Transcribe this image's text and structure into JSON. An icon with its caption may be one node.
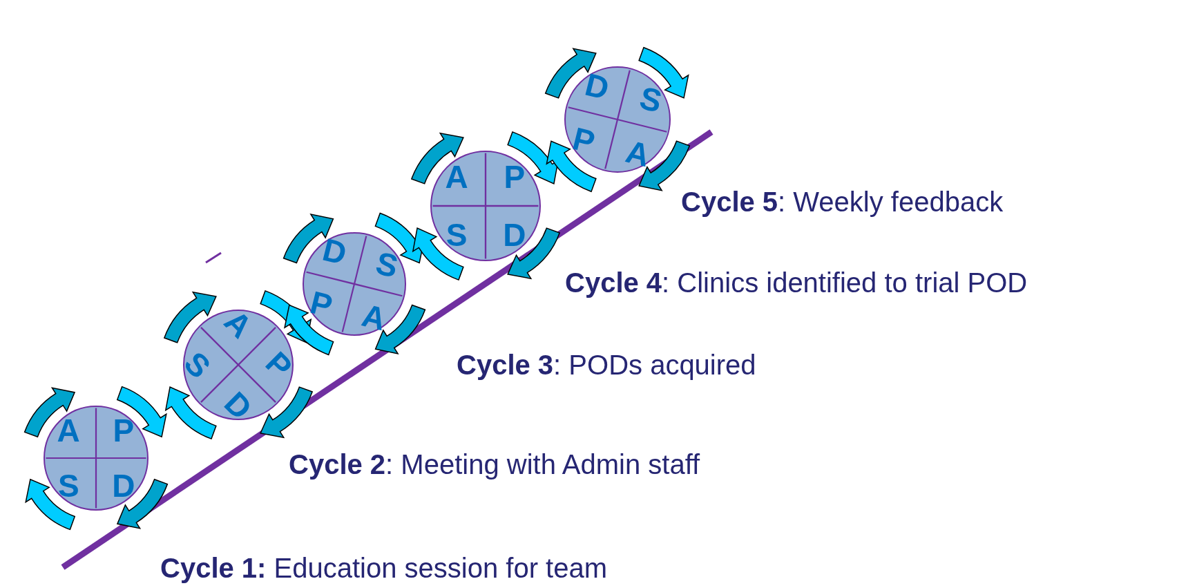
{
  "diagram": {
    "nodes": [
      {
        "text": [
          "A",
          "P",
          "S",
          "D"
        ]
      },
      {
        "text": [
          "A",
          "P",
          "S",
          "D"
        ]
      },
      {
        "text": [
          "D",
          "S",
          "P",
          "A"
        ]
      },
      {
        "text": [
          "A",
          "P",
          "S",
          "D"
        ]
      },
      {
        "text": [
          "D",
          "S",
          "P",
          "A"
        ]
      }
    ],
    "labels": [
      "**Cycle 5**: Weekly feedback",
      "**Cycle 4**: Clinics identified to trial POD",
      "**Cycle 3**: PODs acquired",
      "**Cycle 2**: Meeting with Admin staff",
      "**Cycle 1:** Education session for team"
    ]
  }
}
